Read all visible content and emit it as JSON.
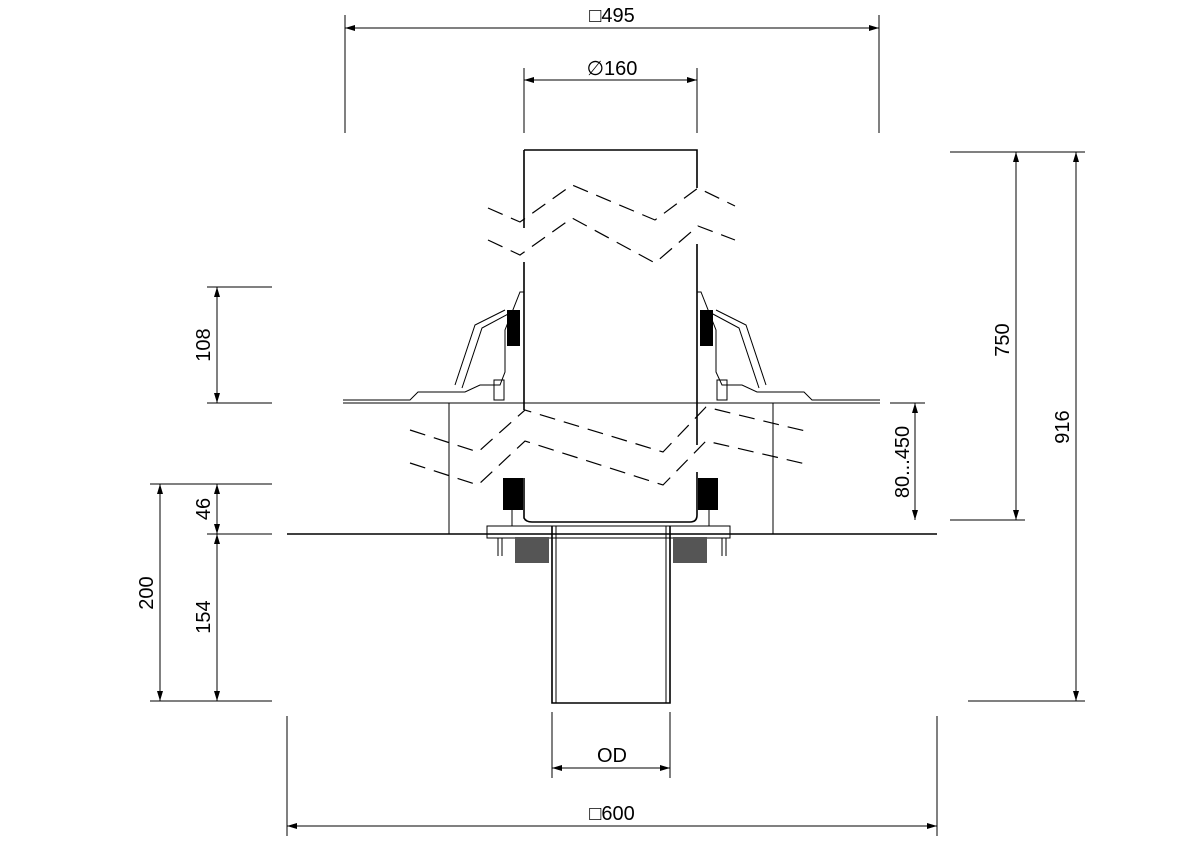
{
  "drawing": {
    "dimensions": {
      "top_square": "□495",
      "pipe_diameter": "∅160",
      "flange_height": "108",
      "pipe_length": "750",
      "total_height": "916",
      "insulation_range": "80...450",
      "upper_body": "46",
      "total_body": "200",
      "outlet_length": "154",
      "outlet_diameter": "OD",
      "base_square": "□600"
    },
    "line_color": "#000000",
    "background": "#ffffff"
  }
}
